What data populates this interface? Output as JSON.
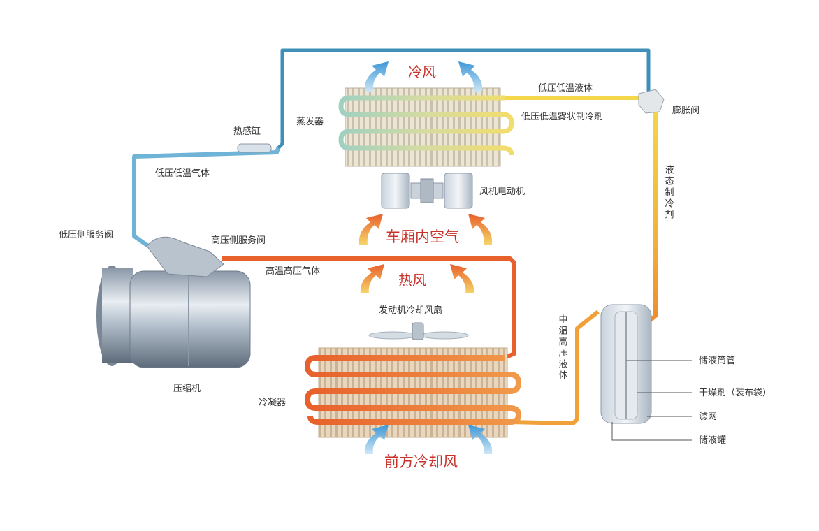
{
  "colors": {
    "cold_pipe": "#3f8fb8",
    "hot_pipe": "#e8602c",
    "liquid_pipe": "#f2c237",
    "red_text": "#c8322a",
    "label_text": "#333333"
  },
  "labels": {
    "cold_air": "冷风",
    "low_pressure_low_temp_liquid": "低压低温液体",
    "low_pressure_low_temp_mist": "低压低温雾状制冷剂",
    "expansion_valve": "膨胀阀",
    "sensor_bulb": "热感缸",
    "evaporator": "蒸发器",
    "low_pressure_low_temp_gas": "低压低温气体",
    "liquid_refrigerant": "液态制冷剂",
    "blower_motor": "风机电动机",
    "cabin_air": "车厢内空气",
    "low_side_service_valve": "低压侧服务阀",
    "high_side_service_valve": "高压侧服务阀",
    "high_temp_high_pressure_gas": "高温高压气体",
    "hot_air": "热风",
    "engine_cooling_fan": "发动机冷却风扇",
    "medium_temp_high_pressure_liquid": "中温高压液体",
    "compressor": "压缩机",
    "condenser": "冷凝器",
    "receiver_tube": "储液筒管",
    "desiccant_bag": "干燥剂（装布袋）",
    "filter": "滤网",
    "receiver_tank": "储液罐",
    "front_cooling_air": "前方冷却风"
  }
}
